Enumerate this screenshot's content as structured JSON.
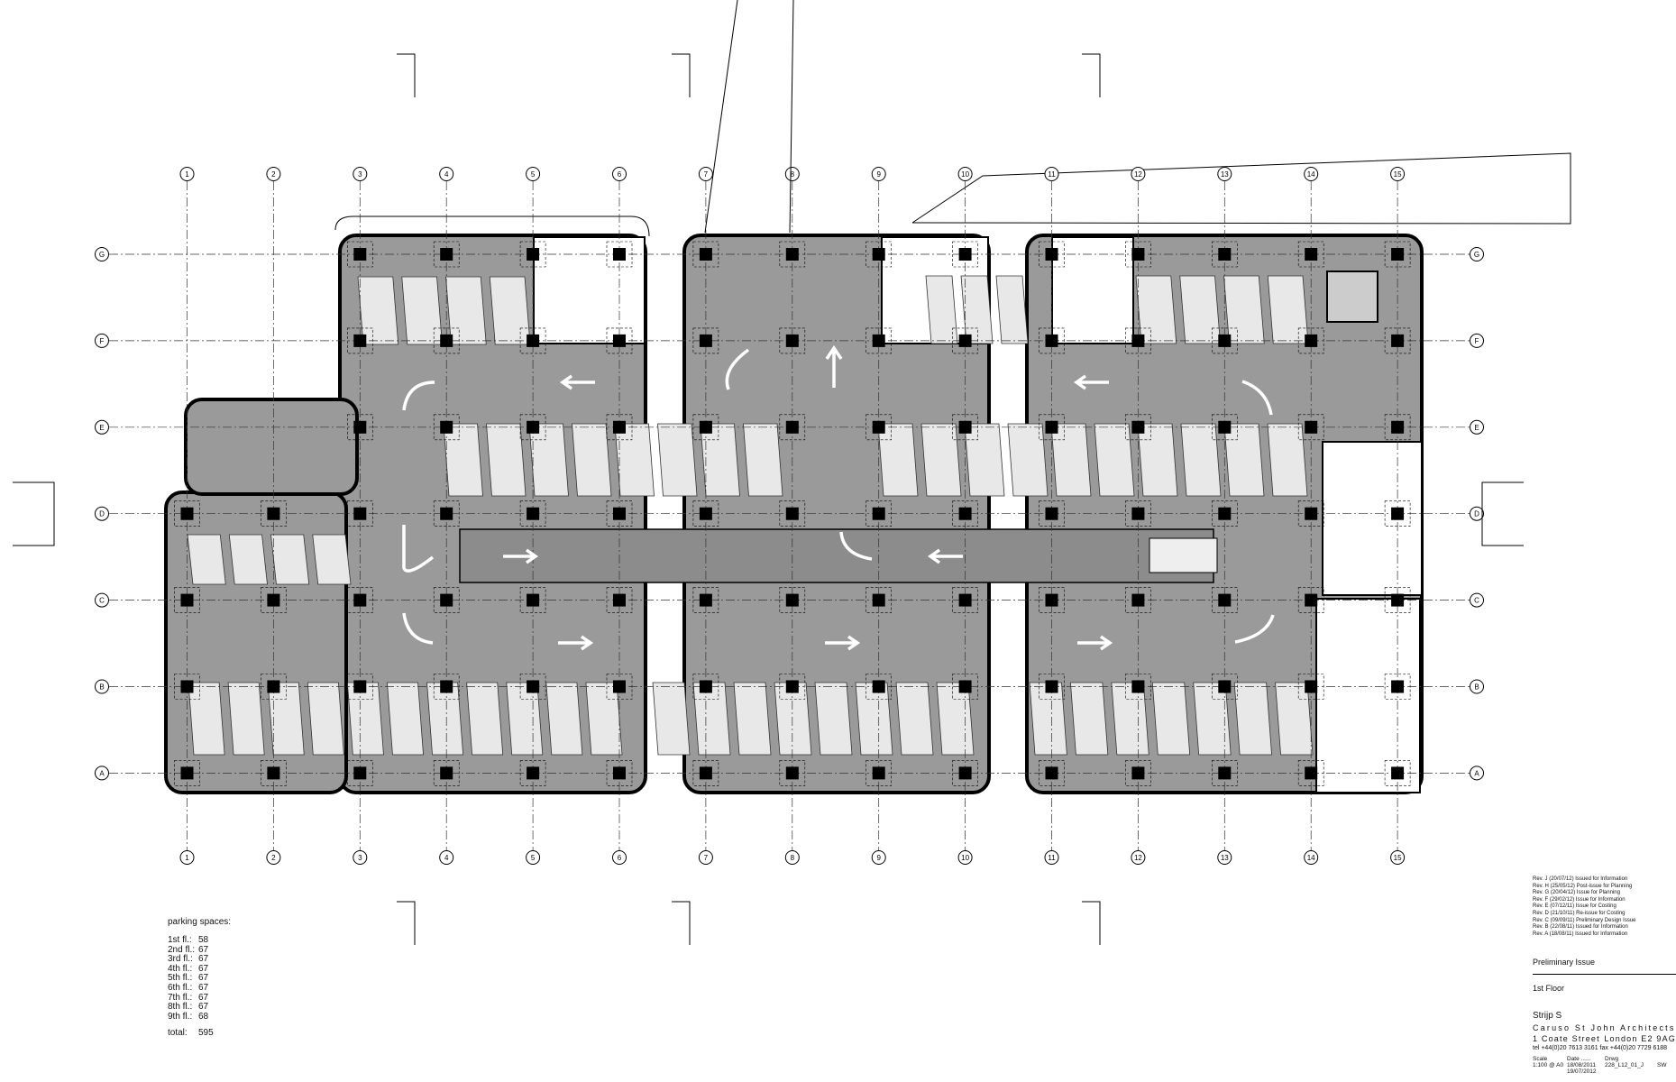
{
  "drawing": {
    "grid_columns": [
      "1",
      "2",
      "3",
      "4",
      "5",
      "6",
      "7",
      "8",
      "9",
      "10",
      "11",
      "12",
      "13",
      "14",
      "15"
    ],
    "grid_rows": [
      "G",
      "F",
      "E",
      "D",
      "C",
      "B",
      "A"
    ],
    "colors": {
      "floor": "#9a9a9a",
      "bay": "#e8e8e8",
      "wall": "#000000",
      "arrow": "#ffffff"
    }
  },
  "parking": {
    "heading": "parking spaces:",
    "floors": [
      {
        "label": "1st fl.:",
        "value": "58"
      },
      {
        "label": "2nd fl.:",
        "value": "67"
      },
      {
        "label": "3rd fl.:",
        "value": "67"
      },
      {
        "label": "4th fl.:",
        "value": "67"
      },
      {
        "label": "5th fl.:",
        "value": "67"
      },
      {
        "label": "6th fl.:",
        "value": "67"
      },
      {
        "label": "7th fl.:",
        "value": "67"
      },
      {
        "label": "8th fl.:",
        "value": "67"
      },
      {
        "label": "9th fl.:",
        "value": "68"
      }
    ],
    "total_label": "total:",
    "total_value": "595"
  },
  "title_block": {
    "revisions": [
      "Rev. J (20/07/12) Issued for Information",
      "Rev. H (25/05/12) Post-issue for Planning",
      "Rev. G (20/04/12) Issue for Planning",
      "Rev. F (29/02/12) Issue for Information",
      "Rev. E (07/12/11) Issue for Costing",
      "Rev. D (21/10/11) Re-issue for Costing",
      "Rev. C (09/09/11) Preliminary Design Issue",
      "Rev. B (22/08/11) Issued for Information",
      "Rev. A (18/08/11) Issued for Information"
    ],
    "status": "Preliminary Issue",
    "floor": "1st Floor",
    "project": "Strijp S",
    "firm": "Caruso St John Architects",
    "address_street": "1 Coate Street",
    "address_city": "London E2 9AG",
    "phone": "tel +44(0)20 7613 3161   fax +44(0)20 7729 6188",
    "scale_label": "Scale",
    "scale_value": "1:100 @ A0",
    "date_label": "Date ......",
    "date_value": "18/08/2011",
    "date_value2": "19/07/2012",
    "drwg_label": "Drwg",
    "drwg_value": "228_L12_01_J",
    "initials": "SW"
  }
}
